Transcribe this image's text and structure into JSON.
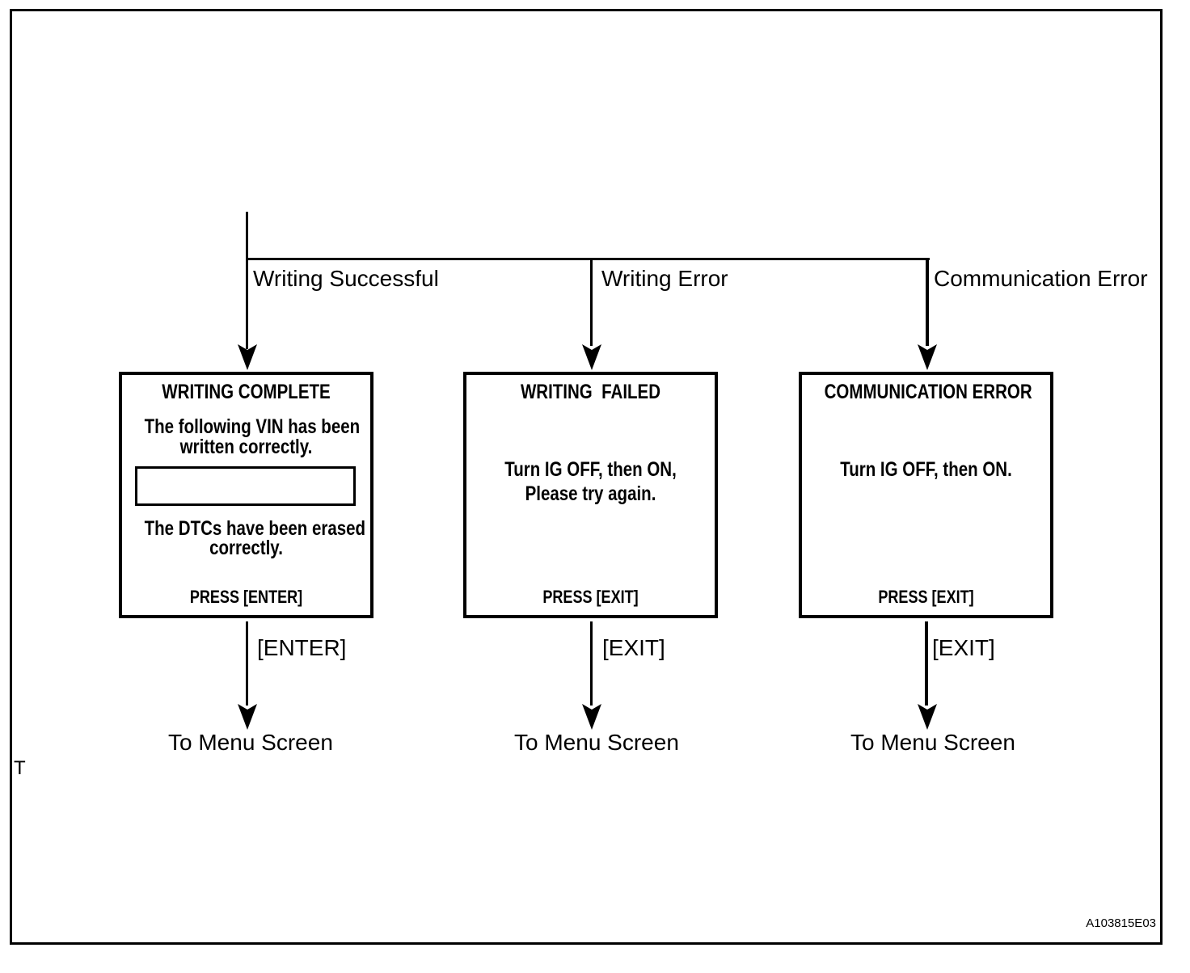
{
  "figure_code": "A103815E03",
  "margin_char": "T",
  "colors": {
    "line": "#000000",
    "background": "#ffffff"
  },
  "branches": [
    {
      "condition": "Writing Successful",
      "key_label": "[ENTER]",
      "destination": "To Menu Screen",
      "box": {
        "title": "WRITING COMPLETE",
        "para1_line1": "The following VIN has been",
        "para1_line2": "written correctly.",
        "vin_field_value": "",
        "para2_line1": "The DTCs have been erased",
        "para2_line2": "correctly.",
        "press_label": "PRESS [ENTER]"
      }
    },
    {
      "condition": "Writing Error",
      "key_label": "[EXIT]",
      "destination": "To Menu Screen",
      "box": {
        "title": "WRITING  FAILED",
        "body_line1": "Turn IG OFF, then ON,",
        "body_line2": "Please try again.",
        "press_label": "PRESS [EXIT]"
      }
    },
    {
      "condition": "Communication Error",
      "key_label": "[EXIT]",
      "destination": "To Menu Screen",
      "box": {
        "title": "COMMUNICATION ERROR",
        "body_line1": "Turn IG OFF, then ON.",
        "press_label": "PRESS [EXIT]"
      }
    }
  ]
}
